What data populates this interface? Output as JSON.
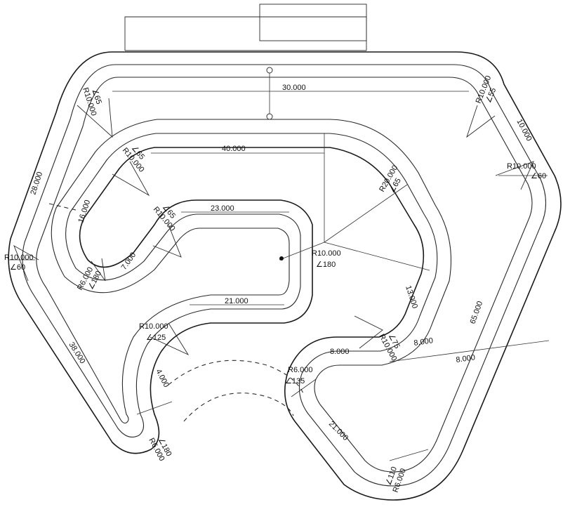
{
  "straights": {
    "s30": "30.000",
    "s40": "40.000",
    "s23": "23.000",
    "s21a": "21.000",
    "s28": "28.000",
    "s16": "16.000",
    "s7": "7.000",
    "s38": "38.000",
    "s4": "4.000",
    "s10": "10.000",
    "s65": "65.000",
    "s13": "13.000",
    "s8a": "8.000",
    "s8b": "8.000",
    "s8c": "8.000",
    "s21b": "21.000"
  },
  "curves": {
    "c1": {
      "radius": "R10.000",
      "angle": "∠65"
    },
    "c2": {
      "radius": "R10.000",
      "angle": "∠55"
    },
    "c3": {
      "radius": "R10.000",
      "angle": "∠65"
    },
    "c4": {
      "radius": "R10.000",
      "angle": "∠60"
    },
    "c5": {
      "radius": "R20.000",
      "angle": "∠65"
    },
    "c6": {
      "radius": "R10.000",
      "angle": "∠65"
    },
    "c7": {
      "radius": "R10.000",
      "angle": "∠180"
    },
    "c8": {
      "radius": "R10.000",
      "angle": "∠60"
    },
    "c9": {
      "radius": "R6.000",
      "angle": "∠180"
    },
    "c10": {
      "radius": "R10.000",
      "angle": "∠125"
    },
    "c11": {
      "radius": "R10.000",
      "angle": "∠75"
    },
    "c12": {
      "radius": "R6.000",
      "angle": "∠135"
    },
    "c13": {
      "radius": "R6.000",
      "angle": "∠180"
    },
    "c14": {
      "radius": "R6.000",
      "angle": "∠110"
    }
  }
}
